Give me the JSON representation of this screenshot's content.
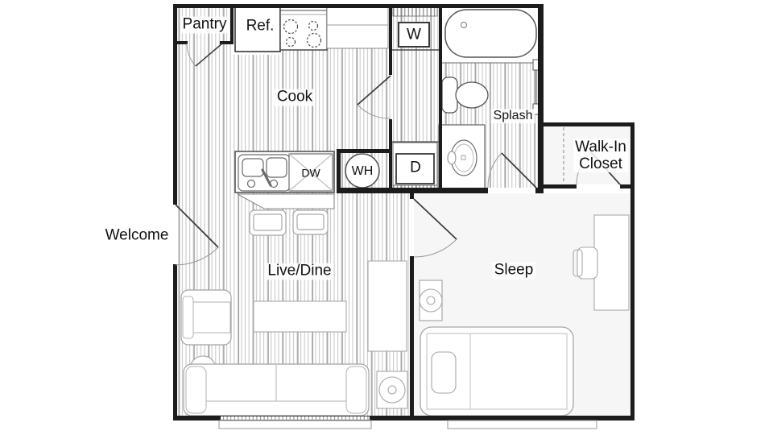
{
  "plan": {
    "rooms": {
      "pantry": {
        "label": "Pantry"
      },
      "cook": {
        "label": "Cook"
      },
      "splash": {
        "label": "Splash"
      },
      "walk_in_closet": {
        "label_line1": "Walk-In",
        "label_line2": "Closet"
      },
      "welcome": {
        "label": "Welcome"
      },
      "live_dine": {
        "label": "Live/Dine"
      },
      "sleep": {
        "label": "Sleep"
      }
    },
    "fixtures": {
      "refrigerator": {
        "label": "Ref."
      },
      "washer": {
        "label": "W"
      },
      "dryer": {
        "label": "D"
      },
      "dishwasher": {
        "label": "DW"
      },
      "water_heater": {
        "label": "WH"
      }
    },
    "colors": {
      "background": "#ffffff",
      "walls": "#1c1c1c",
      "carpet_fill": "#f5f6f5",
      "hatch_light": "#c8c8c8",
      "hatch_dark": "#949494",
      "fixture_lines": "#5a5a5a",
      "furniture_lines": "#a6a6a6",
      "door_leaf": "#3a3a3a",
      "door_arc": "#9a9a9a"
    }
  }
}
